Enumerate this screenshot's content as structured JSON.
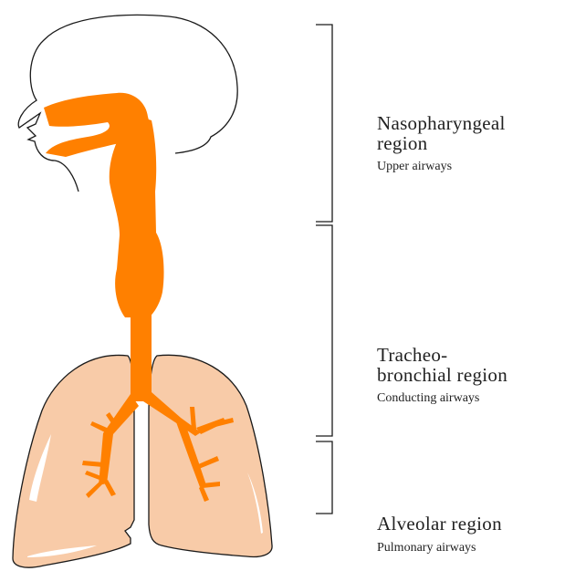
{
  "colors": {
    "airway": "#ff8000",
    "lung_fill": "#f8cba8",
    "outline": "#1a1a1a",
    "text": "#222222"
  },
  "regions": [
    {
      "name_lines": [
        "Nasopharyngeal",
        "region"
      ],
      "sub": "Upper airways"
    },
    {
      "name_lines": [
        "Tracheo-",
        "bronchial region"
      ],
      "sub": "Conducting airways"
    },
    {
      "name_lines": [
        "Alveolar region"
      ],
      "sub": "Pulmonary airways"
    }
  ]
}
